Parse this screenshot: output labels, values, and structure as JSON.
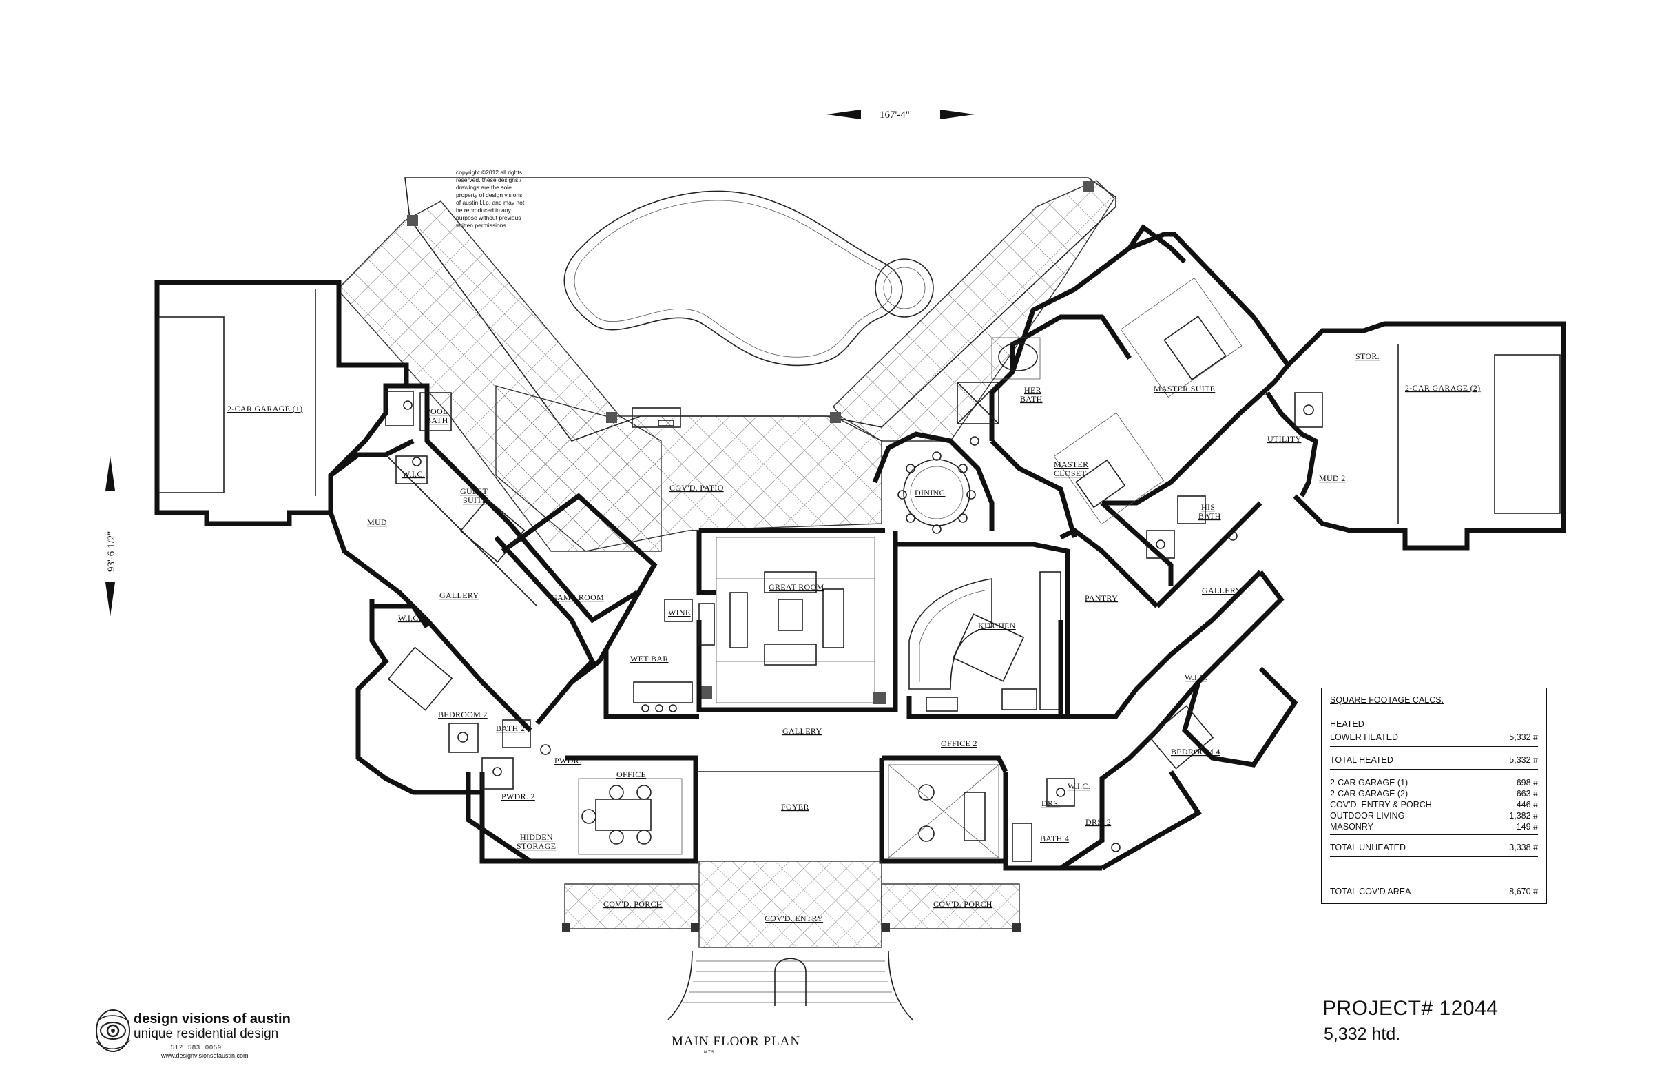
{
  "dimensions": {
    "width": "167'-4\"",
    "depth": "93'-6 1/2\""
  },
  "copyright": [
    "copyright ©2012 all rights",
    "reserved.  these designs /",
    "drawings are the sole",
    "property of design visions",
    "of austin l.l.p. and may not",
    "be reproduced in any",
    "purpose without previous",
    "written permissions."
  ],
  "rooms": {
    "garage1": "2-CAR GARAGE (1)",
    "garage2": "2-CAR GARAGE (2)",
    "pool_bath_1": "POOL",
    "pool_bath_2": "BATH",
    "wic_guest": "W.I.C.",
    "guest_suite_1": "GUEST",
    "guest_suite_2": "SUITE",
    "mud1": "MUD",
    "gallery_left": "GALLERY",
    "game_room": "GAME ROOM",
    "covd_patio": "COV'D. PATIO",
    "dining": "DINING",
    "great_room": "GREAT ROOM",
    "wine": "WINE",
    "wet_bar": "WET BAR",
    "kitchen": "KITCHEN",
    "pantry": "PANTRY",
    "her_bath_1": "HER",
    "her_bath_2": "BATH",
    "master_suite": "MASTER SUITE",
    "master_closet_1": "MASTER",
    "master_closet_2": "CLOSET",
    "his_bath_1": "HIS",
    "his_bath_2": "BATH",
    "stor": "STOR.",
    "utility": "UTILITY",
    "mud2": "MUD 2",
    "gallery_right": "GALLERY",
    "wic_left": "W.I.C.",
    "bedroom2": "BEDROOM 2",
    "bath2": "BATH 2",
    "pwdr": "PWDR.",
    "pwdr2": "PWDR. 2",
    "office": "OFFICE",
    "hidden_storage_1": "HIDDEN",
    "hidden_storage_2": "STORAGE",
    "gallery_main": "GALLERY",
    "foyer": "FOYER",
    "office2": "OFFICE 2",
    "drs": "DRS.",
    "wic_right2": "W.I.C.",
    "drs2": "DRS. 2",
    "bath4": "BATH 4",
    "bedroom4": "BEDROOM 4",
    "wic_right": "W.I.C.",
    "covd_porch_left": "COV'D. PORCH",
    "covd_entry": "COV'D. ENTRY",
    "covd_porch_right": "COV'D. PORCH"
  },
  "sqft": {
    "title": "SQUARE FOOTAGE CALCS.",
    "heated_header": "HEATED",
    "lower_heated": {
      "label": "LOWER HEATED",
      "value": "5,332 #"
    },
    "total_heated": {
      "label": "TOTAL HEATED",
      "value": "5,332 #"
    },
    "garage1": {
      "label": "2-CAR GARAGE (1)",
      "value": "698 #"
    },
    "garage2": {
      "label": "2-CAR GARAGE (2)",
      "value": "663 #"
    },
    "entry_porch": {
      "label": "COV'D. ENTRY & PORCH",
      "value": "446 #"
    },
    "outdoor": {
      "label": "OUTDOOR LIVING",
      "value": "1,382 #"
    },
    "masonry": {
      "label": "MASONRY",
      "value": "149 #"
    },
    "total_unheated": {
      "label": "TOTAL UNHEATED",
      "value": "3,338 #"
    },
    "total_covd": {
      "label": "TOTAL COV'D AREA",
      "value": "8,670 #"
    }
  },
  "project": "PROJECT# 12044",
  "heated_summary": "5,332 htd.",
  "plan_title": "MAIN FLOOR PLAN",
  "plan_scale": "N.T.S.",
  "logo": {
    "name": "design visions of austin",
    "tagline": "unique residential design",
    "phone": "512. 583. 0059",
    "web": "www.designvisionsofaustin.com"
  }
}
